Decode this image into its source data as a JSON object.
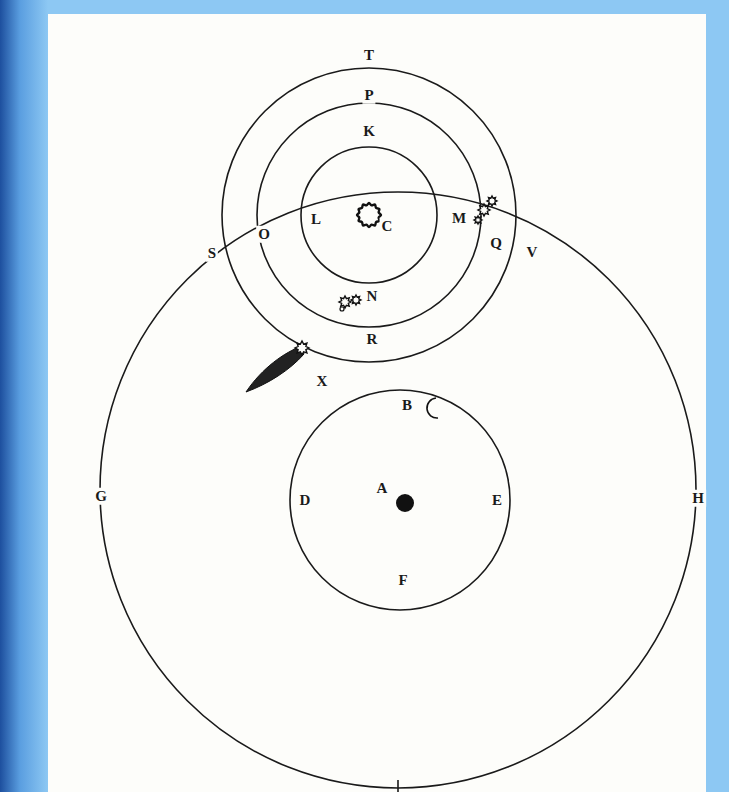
{
  "diagram": {
    "labels": [
      "T",
      "P",
      "K",
      "L",
      "C",
      "M",
      "S",
      "O",
      "Q",
      "V",
      "N",
      "R",
      "X",
      "B",
      "D",
      "A",
      "E",
      "F",
      "G",
      "H"
    ]
  }
}
